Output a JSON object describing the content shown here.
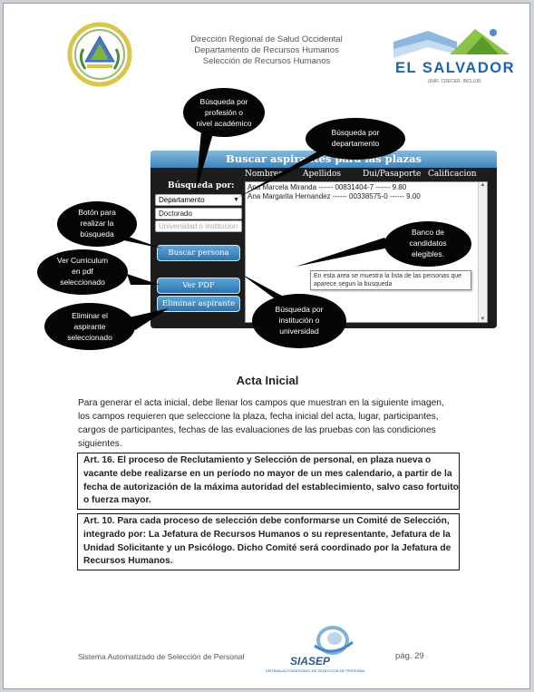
{
  "header": {
    "line1": "Dirección Regional de Salud Occidental",
    "line2": "Departamento de Recursos Humanos",
    "line3": "Selección de Recursos Humanos",
    "logo_right_text": "EL SALVADOR",
    "logo_right_sub": "UNIR, CRECER, INCLUIR"
  },
  "app": {
    "title": "Buscar aspirantes para las plazas",
    "columns": [
      "Nombres",
      "Apellidos",
      "Dui/Pasaporte",
      "Calificacion"
    ],
    "search_label": "Búsqueda por:",
    "department_select": "Departamento",
    "profession_value": "Doctorado",
    "institution_placeholder": "Universidad o  Institucion",
    "buttons": {
      "search": "Buscar persona",
      "view_pdf": "Ver PDF",
      "delete": "Eliminar aspirante"
    },
    "results": [
      "Ana Marcela Miranda ------ 00831404-7 ------ 9.80",
      "Ana Margarita Hernandez ------ 00338575-0 ------ 9.00"
    ],
    "tooltip": "En esta area se muestra la lista de las personas que aparece segun la busqueda"
  },
  "callouts": {
    "profession": [
      "Búsqueda por",
      "profesión o",
      "nivel académico"
    ],
    "department": [
      "Búsqueda por",
      "departamento"
    ],
    "search_button": [
      "Botón para",
      "realizar la",
      "búsqueda"
    ],
    "curriculum": [
      "Ver Curriculum",
      "en pdf",
      "seleccionado"
    ],
    "delete": [
      "Eliminar el",
      "aspirante",
      "seleccionado"
    ],
    "candidates": [
      "Banco de",
      "candidatos",
      "elegibles."
    ],
    "institution": [
      "Búsqueda por",
      "institución o",
      "universidad"
    ]
  },
  "section": {
    "title": "Acta Inicial",
    "paragraph": [
      "Para generar el acta inicial, debe llenar los campos que muestran en la siguiente imagen,",
      "los campos requieren que seleccione la plaza, fecha inicial del acta, lugar, participantes,",
      "cargos de participantes, fechas de las evaluaciones de las pruebas con las condiciones",
      "siguientes."
    ],
    "article16": [
      "Art. 16. El proceso de Reclutamiento y Selección de personal, en plaza nueva o",
      "vacante debe realizarse en un período no mayor de un mes calendario, a partir de la",
      "fecha de autorización de la máxima autoridad del establecimiento, salvo caso fortuito",
      "o fuerza mayor."
    ],
    "article10": [
      "Art. 10. Para cada proceso de selección debe conformarse un Comité de Selección,",
      "integrado por: La Jefatura de Recursos Humanos o su representante, Jefatura de la",
      "Unidad Solicitante y un Psicólogo. Dicho Comité será coordinado por la Jefatura de",
      "Recursos Humanos."
    ]
  },
  "footer": {
    "left": "Sistema Automatizado de Selección de Personal",
    "logo": "SIASEP",
    "logo_sub": "SISTEMA AUTOMATIZADO DE SELECCION DE PERSONAL",
    "page": "pág. 29"
  }
}
